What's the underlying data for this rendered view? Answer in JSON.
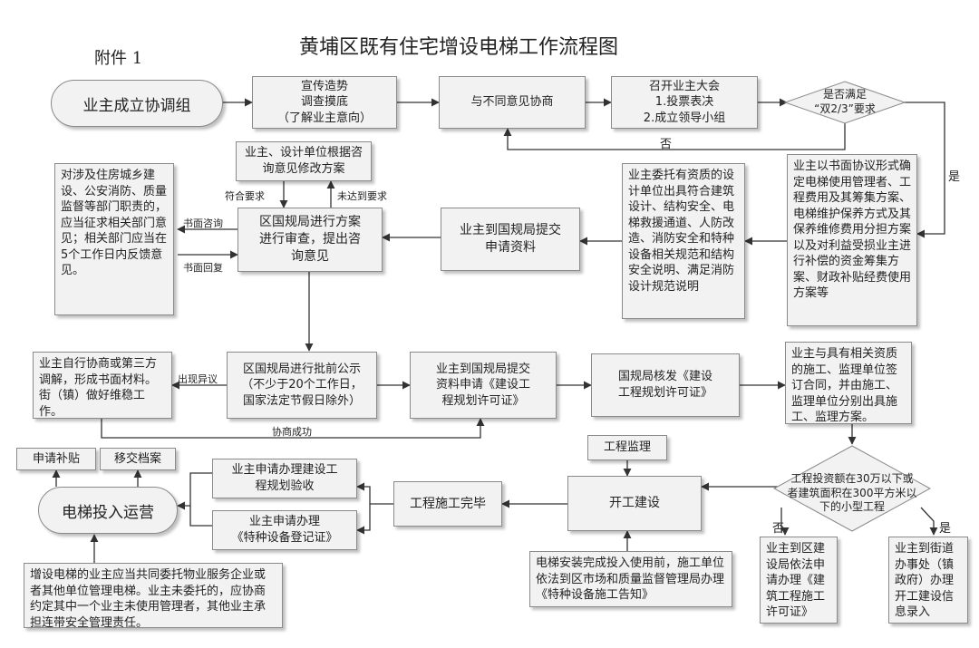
{
  "header": {
    "attachment": "附件 1",
    "title": "黄埔区既有住宅增设电梯工作流程图"
  },
  "nodes": {
    "owners_group": "业主成立协调组",
    "publicize": "宣传造势\n调查摸底\n（了解业主意向）",
    "negotiate": "与不同意见协商",
    "meeting": "召开业主大会\n1.投票表决\n2.成立领导小组",
    "decision_two_thirds": "是否满足\n“双2/3”要求",
    "modify_plan": "业主、设计单位根据咨\n询意见修改方案",
    "consult_depts": "对涉及住房城乡建设、公安消防、质量监督等部门职责的，应当征求相关部门意见；相关部门应当在5个工作日内反馈意见。",
    "review": "区国规局进行方案\n进行审查，提出咨\n询意见",
    "submit_plan": "业主到国规局提交\n申请资料",
    "design_unit": "业主委托有资质的设计单位出具符合建筑设计、结构安全、电梯救援通道、人防改造、消防安全和特种设备相关规范和结构安全说明、满足消防设计规范说明",
    "written_agreement": "业主以书面协议形式确定电梯使用管理者、工程费用及其筹集方案、电梯维护保养方式及其保养维修费用分担方案以及对利益受损业主进行补偿的资金筹集方案、财政补贴经费使用方案等",
    "mediate": "业主自行协商或第三方调解，形成书面材料。街（镇）做好维稳工作。",
    "publicity": "区国规局进行批前公示\n（不少于20个工作日，\n国家法定节假日除外）",
    "apply_permit": "业主到国规局提交\n资料申请《建设工\n程规划许可证》",
    "issue_permit": "国规局核发《建设\n工程规划许可证》",
    "sign_contract": "业主与具有相关资质的施工、监理单位签订合同，并由施工、监理单位分别出具施工、监理方案。",
    "supervision": "工程监理",
    "small_project": "工程投资额在30万以下或\n者建筑面积在300平方米以\n下的小型工程",
    "construction_permit": "业主到区建设局依法申请办理《建筑工程施工许可证》",
    "street_record": "业主到街道办事处（镇政府）办理开工建设信息录入",
    "start_construction": "开工建设",
    "completed": "工程施工完毕",
    "acceptance": "业主申请办理建设工\n程规划验收",
    "special_register": "业主申请办理\n《特种设备登记证》",
    "operation": "电梯投入运营",
    "subsidy": "申请补贴",
    "archive": "移交档案",
    "install_notice": "电梯安装完成投入使用前，施工单位依法到区市场和质量监督管理局办理《特种设备施工告知》",
    "safety_mgmt": "增设电梯的业主应当共同委托物业服务企业或者其他单位管理电梯。业主未委托的，应协商约定其中一个业主未使用管理者，其他业主承担连带安全管理责任。"
  },
  "labels": {
    "no1": "否",
    "yes1": "是",
    "meet_req": "符合要求",
    "not_meet": "未达到要求",
    "written_consult": "书面咨询",
    "written_reply": "书面回复",
    "objection": "出现异议",
    "agreed": "协商成功",
    "no2": "否",
    "yes2": "是"
  },
  "colors": {
    "box_fill": "#f2f2f2",
    "border": "#8a8a8a",
    "line": "#333333"
  }
}
